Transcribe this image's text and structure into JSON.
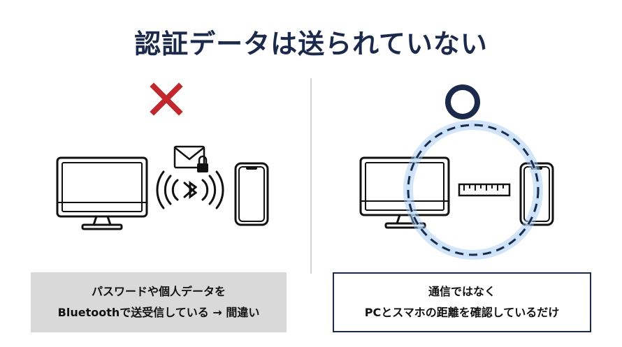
{
  "title": "認証データは送られていない",
  "left_panel": {
    "mark": "cross-mark",
    "caption_line1": "パスワードや個人データを",
    "caption_line2": "Bluetoothで送受信している → 間違い"
  },
  "right_panel": {
    "mark": "circle-mark",
    "caption_line1": "通信ではなく",
    "caption_line2": "PCとスマホの距離を確認しているだけ"
  },
  "colors": {
    "title": "#1b2a4a",
    "cross": "#c0282d",
    "circle": "#1b2a4a",
    "ring_glow": "#9ec7f2",
    "left_box_bg": "#d9d9d9",
    "right_box_border": "#1b2a4a"
  }
}
